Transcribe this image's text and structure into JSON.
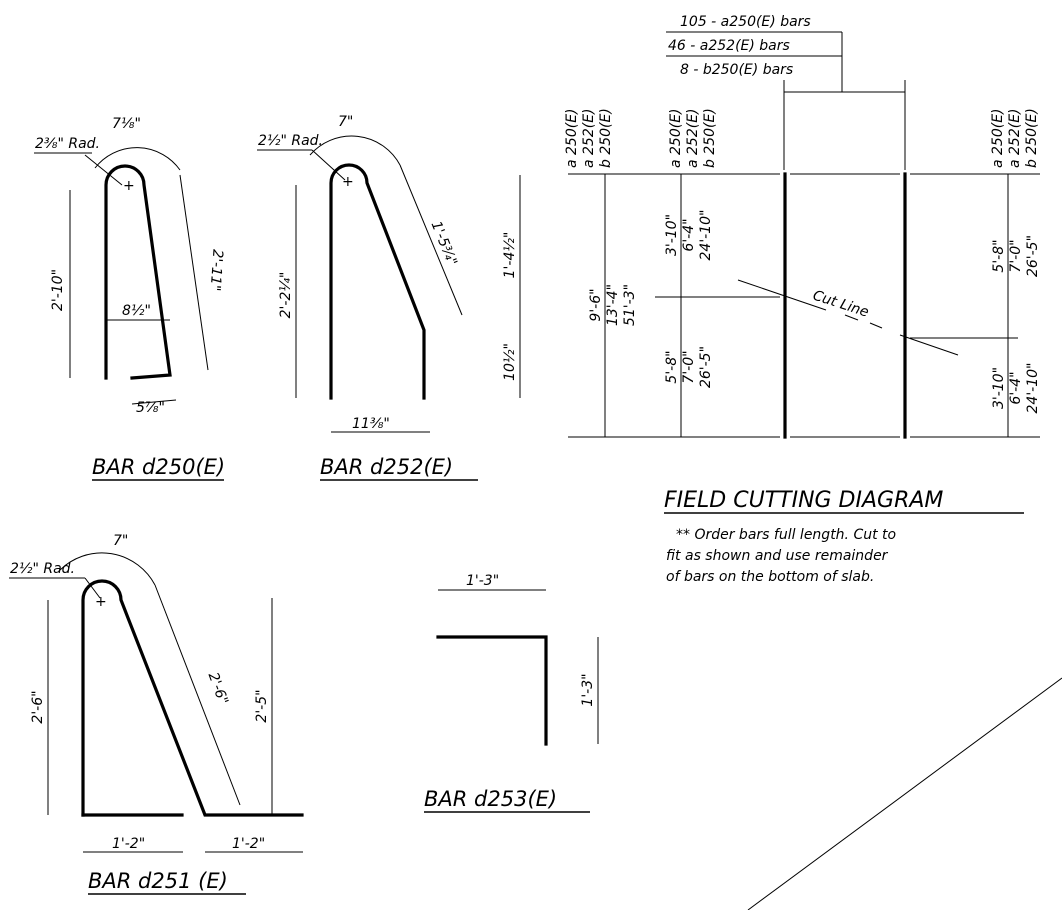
{
  "bars": {
    "d250": {
      "title": "BAR d250(E)",
      "radius": "2⅜\" Rad.",
      "arc": "7⅛\"",
      "leg": "2'-10\"",
      "diag": "2'-11\"",
      "inner": "8½\"",
      "tail": "5⅞\""
    },
    "d252": {
      "title": "BAR d252(E)",
      "radius": "2½\" Rad.",
      "arc": "7\"",
      "leg": "2'-2¼\"",
      "diag": "1'-5¾\"",
      "upper": "1'-4½\"",
      "lower": "10½\"",
      "width": "11⅜\""
    },
    "d251": {
      "title": "BAR d251 (E)",
      "radius": "2½\" Rad.",
      "arc": "7\"",
      "leg": "2'-6\"",
      "diag": "2'-6\"",
      "right": "2'-5\"",
      "base1": "1'-2\"",
      "base2": "1'-2\""
    },
    "d253": {
      "title": "BAR d253(E)",
      "horiz": "1'-3\"",
      "vert": "1'-3\""
    }
  },
  "field": {
    "title": "FIELD CUTTING DIAGRAM",
    "header": [
      "105 - a250(E) bars",
      "46 - a252(E) bars",
      "8 - b250(E) bars"
    ],
    "labels_left": [
      "a 250(E)",
      "a 252(E)",
      "b 250(E)"
    ],
    "labels_mid": [
      "a 250(E)",
      "a 252(E)",
      "b 250(E)"
    ],
    "labels_right": [
      "a 250(E)",
      "a 252(E)",
      "b 250(E)"
    ],
    "total": [
      "9'-6\"",
      "13'-4\"",
      "51'-3\""
    ],
    "mid_upper": [
      "3'-10\"",
      "6'-4\"",
      "24'-10\""
    ],
    "mid_lower": [
      "5'-8\"",
      "7'-0\"",
      "26'-5\""
    ],
    "right_upper": [
      "5'-8\"",
      "7'-0\"",
      "26'-5\""
    ],
    "right_lower": [
      "3'-10\"",
      "6'-4\"",
      "24'-10\""
    ],
    "cut_line": "Cut Line",
    "note": [
      "** Order bars full length. Cut to",
      "fit as shown and use remainder",
      "of bars on the bottom of slab."
    ]
  }
}
